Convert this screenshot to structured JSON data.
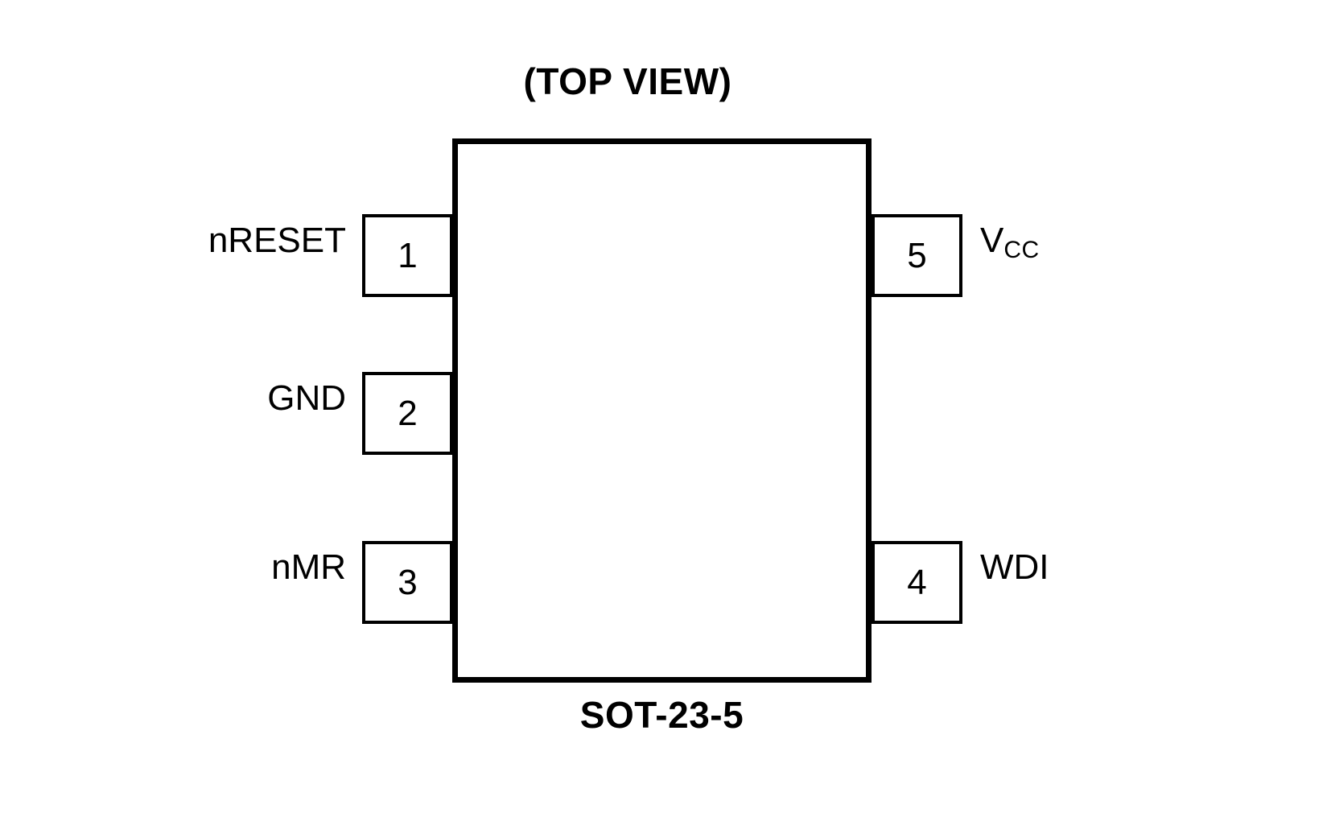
{
  "diagram": {
    "title": "(TOP VIEW)",
    "package_name": "SOT-23-5",
    "stroke_color": "#000000",
    "background_color": "#ffffff",
    "body_fill": "#ffffff",
    "pins": [
      {
        "number": "1",
        "name": "nRESET",
        "side": "left"
      },
      {
        "number": "2",
        "name": "GND",
        "side": "left"
      },
      {
        "number": "3",
        "name": "nMR",
        "side": "left"
      },
      {
        "number": "4",
        "name": "WDI",
        "side": "right"
      },
      {
        "number": "5",
        "name": "V",
        "name_subscript": "CC",
        "side": "right"
      }
    ]
  }
}
